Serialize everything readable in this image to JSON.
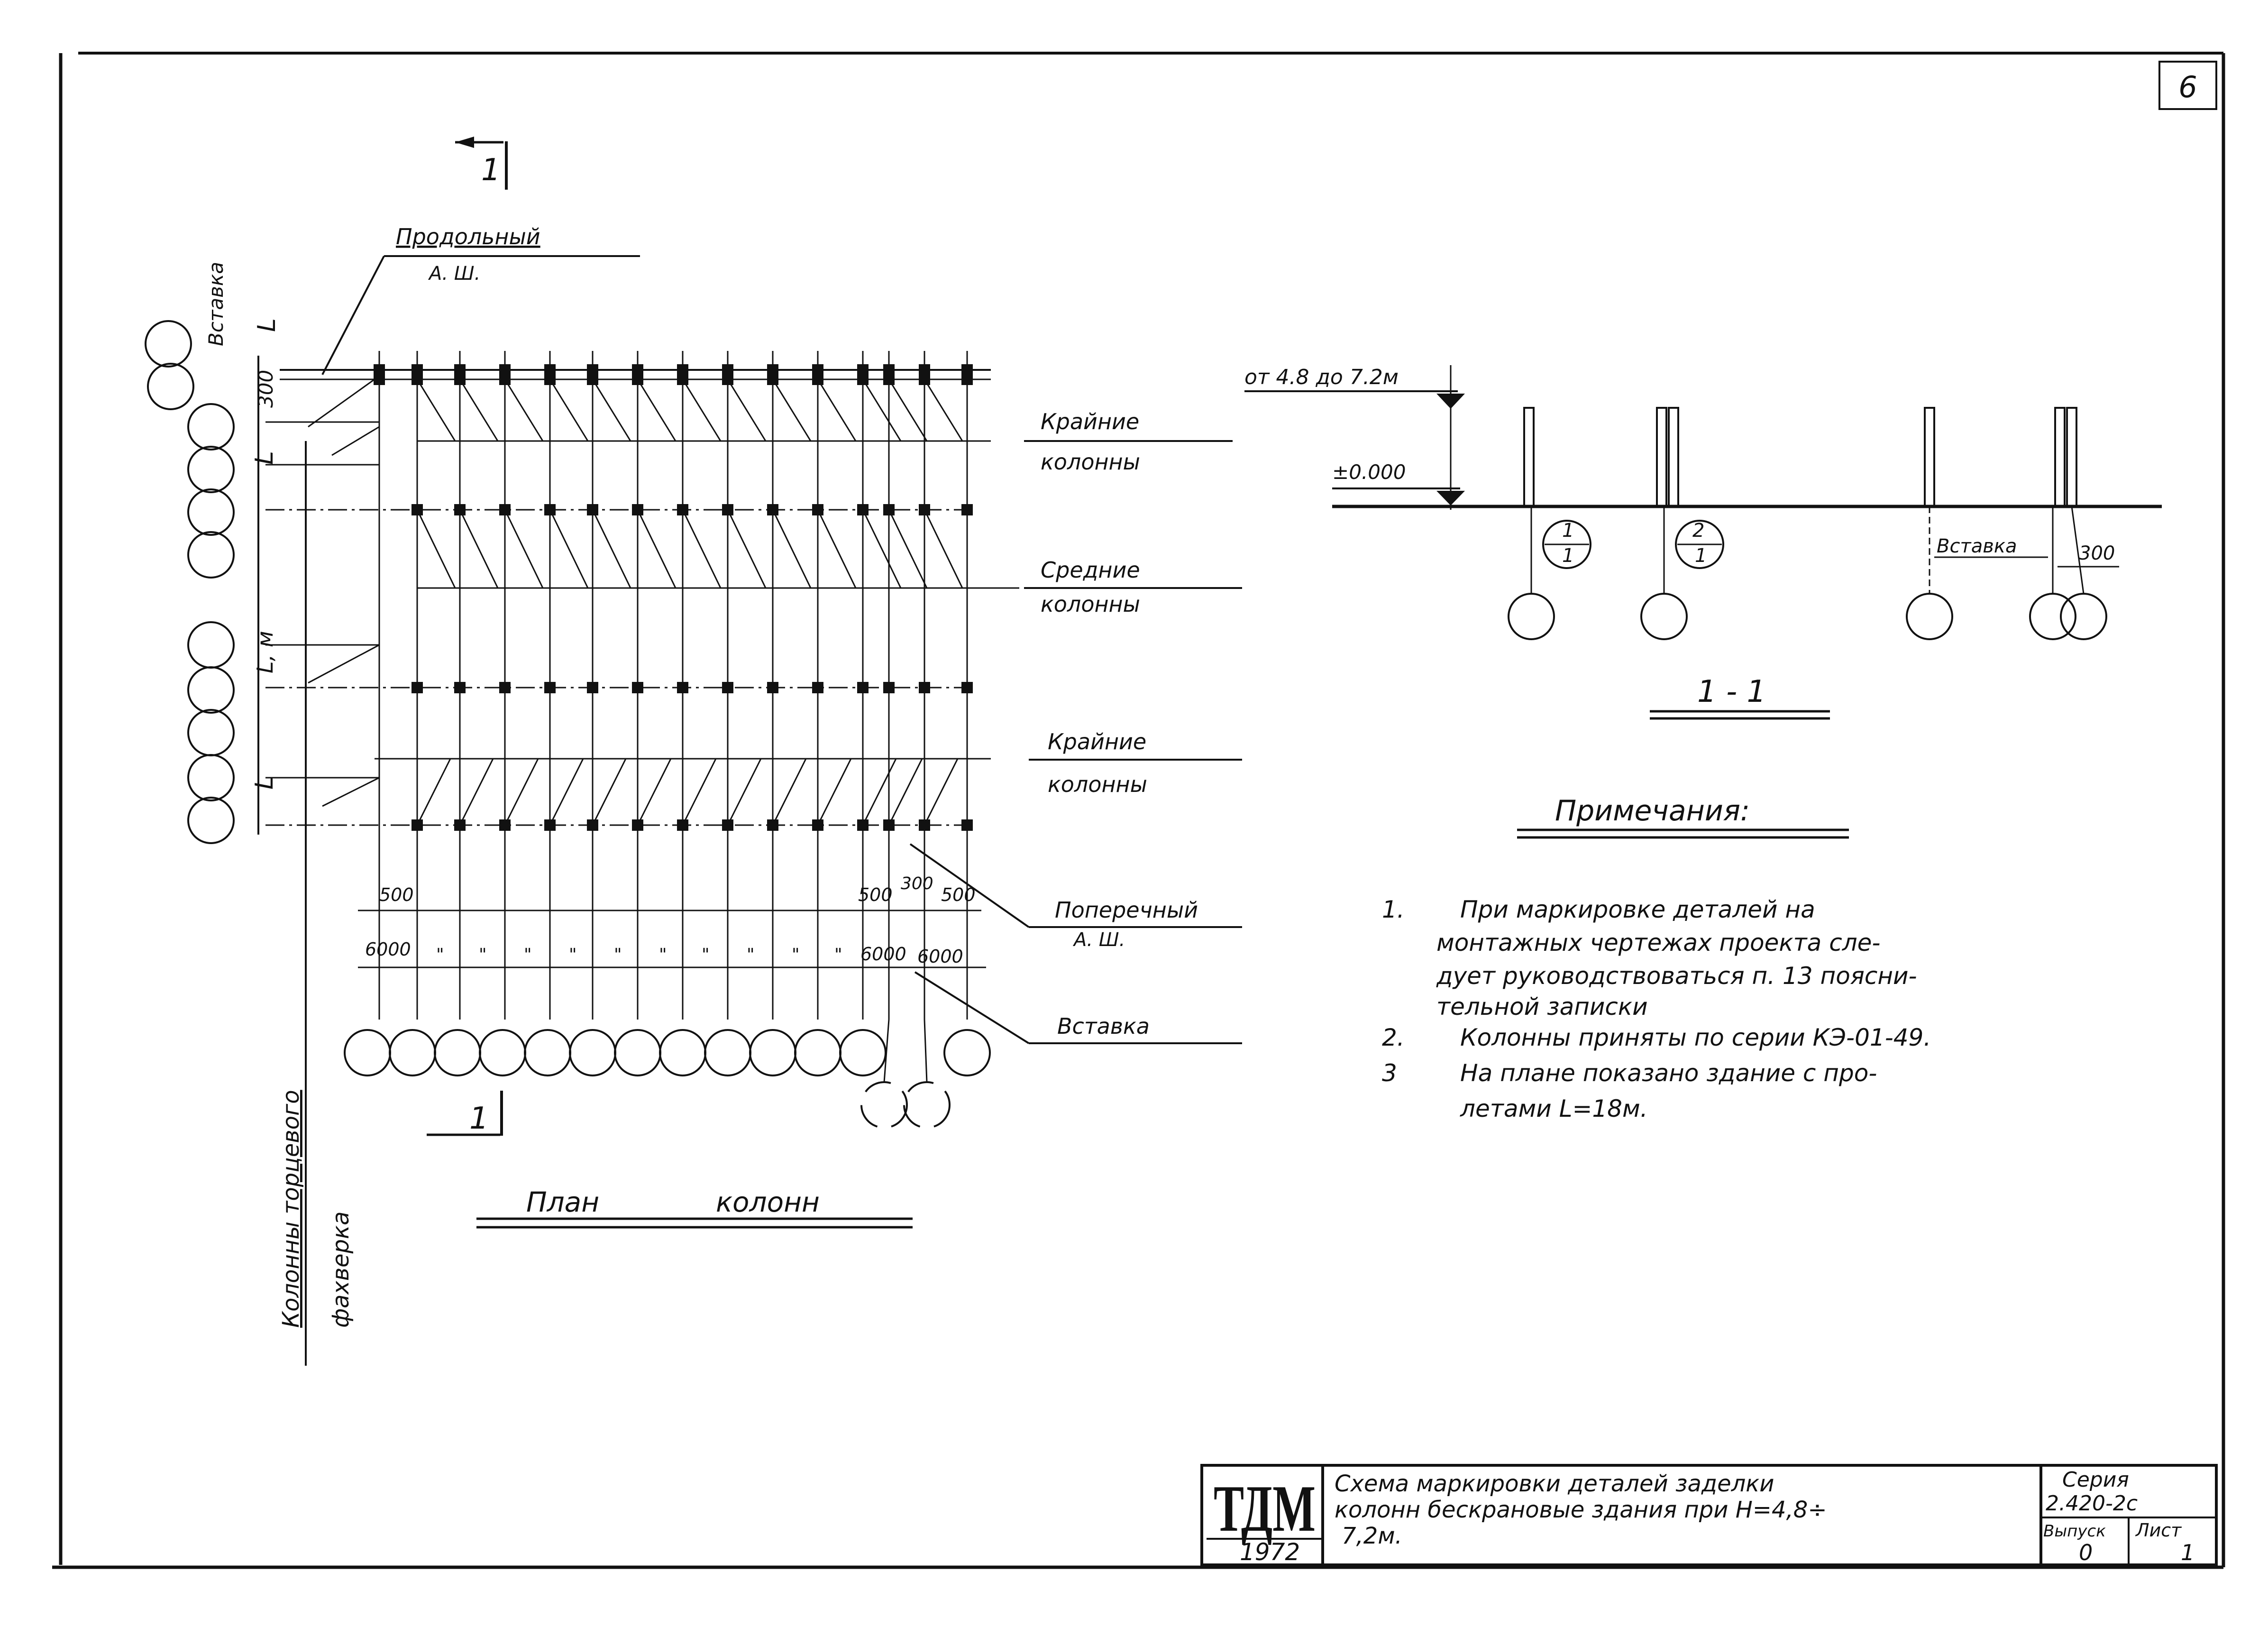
{
  "sheet_number": "6",
  "section_mark": "1",
  "plan": {
    "title_left": "План",
    "title_right": "колонн",
    "vstavka_top": "Вставка",
    "longitudinal_label": "Продольный",
    "longitudinal_sub": "А. Ш.",
    "outer_columns_1": "Крайние",
    "outer_columns_2": "колонны",
    "middle_columns_1": "Средние",
    "middle_columns_2": "колонны",
    "outer_columns_b_1": "Крайние",
    "outer_columns_b_2": "колонны",
    "transverse_label": "Поперечный",
    "transverse_sub": "А. Ш.",
    "vstavka_bottom": "Вставка",
    "end_frame_1": "Колонны торцевого",
    "end_frame_2": "фахверка",
    "dim_500_left": "500",
    "dim_500_right_a": "500",
    "dim_300": "300",
    "dim_500_right_b": "500",
    "dim_6000_left": "6000",
    "dim_6000_mid": "6000",
    "dim_6000_right": "6000",
    "ditto": "\"",
    "dim_L": "L",
    "dim_300_vert": "300",
    "dim_L_span": "L, м"
  },
  "section": {
    "height_label": "от 4.8 до 7.2м",
    "zero_label": "±0.000",
    "vstavka": "Вставка",
    "dim_300": "300",
    "title": "1 - 1",
    "node1_top": "1",
    "node1_bottom": "1",
    "node2_top": "2",
    "node2_bottom": "1"
  },
  "notes": {
    "title": "Примечания:",
    "items": [
      {
        "num": "1.",
        "lines": [
          "При маркировке деталей на",
          "монтажных чертежах проекта сле-",
          "дует руководствоваться п. 13 поясни-",
          "тельной записки"
        ]
      },
      {
        "num": "2.",
        "lines": [
          "Колонны приняты по серии КЭ-01-49."
        ]
      },
      {
        "num": "3",
        "lines": [
          "На плане показано здание с про-",
          "летами L=18м."
        ]
      }
    ]
  },
  "title_block": {
    "logo": "ТДМ",
    "year": "1972",
    "description_lines": [
      "Схема маркировки деталей заделки",
      "колонн бескрановые здания при Н=4,8÷",
      "7,2м."
    ],
    "series_label": "Серия",
    "series_value": "2.420-2с",
    "issue_label": "Выпуск",
    "issue_value": "0",
    "sheet_label": "Лист",
    "sheet_value": "1"
  }
}
